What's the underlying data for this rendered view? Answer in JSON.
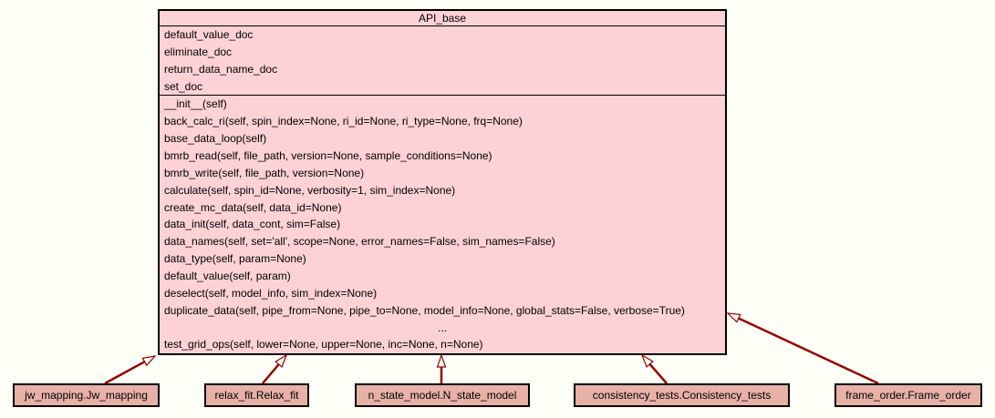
{
  "diagram": {
    "base_class": {
      "title": "API_base",
      "attributes": [
        "default_value_doc",
        "eliminate_doc",
        "return_data_name_doc",
        "set_doc"
      ],
      "methods": [
        "__init__(self)",
        "back_calc_ri(self, spin_index=None, ri_id=None, ri_type=None, frq=None)",
        "base_data_loop(self)",
        "bmrb_read(self, file_path, version=None, sample_conditions=None)",
        "bmrb_write(self, file_path, version=None)",
        "calculate(self, spin_id=None, verbosity=1, sim_index=None)",
        "create_mc_data(self, data_id=None)",
        "data_init(self, data_cont, sim=False)",
        "data_names(self, set='all', scope=None, error_names=False, sim_names=False)",
        "data_type(self, param=None)",
        "default_value(self, param)",
        "deselect(self, model_info, sim_index=None)",
        "duplicate_data(self, pipe_from=None, pipe_to=None, model_info=None, global_stats=False, verbose=True)",
        "...",
        "test_grid_ops(self, lower=None, upper=None, inc=None, n=None)"
      ]
    },
    "subclasses": [
      {
        "label": "jw_mapping.Jw_mapping"
      },
      {
        "label": "relax_fit.Relax_fit"
      },
      {
        "label": "n_state_model.N_state_model"
      },
      {
        "label": "consistency_tests.Consistency_tests"
      },
      {
        "label": "frame_order.Frame_order"
      }
    ],
    "edges": [
      {
        "from": "jw_mapping.Jw_mapping",
        "to": "API_base",
        "type": "inheritance"
      },
      {
        "from": "relax_fit.Relax_fit",
        "to": "API_base",
        "type": "inheritance"
      },
      {
        "from": "n_state_model.N_state_model",
        "to": "API_base",
        "type": "inheritance"
      },
      {
        "from": "consistency_tests.Consistency_tests",
        "to": "API_base",
        "type": "inheritance"
      },
      {
        "from": "frame_order.Frame_order",
        "to": "API_base",
        "type": "inheritance"
      }
    ],
    "colors": {
      "background": "#FEFFF6",
      "base_class_fill": "#FCD2D5",
      "subclass_fill": "#E7B1A7",
      "border": "#000000",
      "edge": "#990000"
    }
  }
}
